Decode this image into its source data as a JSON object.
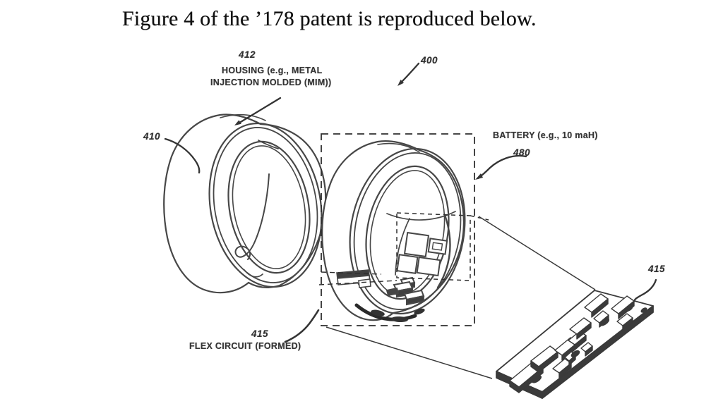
{
  "caption": "Figure 4 of the ’178 patent is reproduced below.",
  "figure": {
    "ref_400": "400",
    "ref_410": "410",
    "housing": {
      "ref": "412",
      "line1": "HOUSING (e.g., METAL",
      "line2": "INJECTION MOLDED (MIM))"
    },
    "battery": {
      "ref": "480",
      "label": "BATTERY (e.g., 10 maH)"
    },
    "flex_circuit": {
      "ref": "415",
      "label": "FLEX CIRCUIT (FORMED)"
    },
    "board_ref": "415"
  }
}
